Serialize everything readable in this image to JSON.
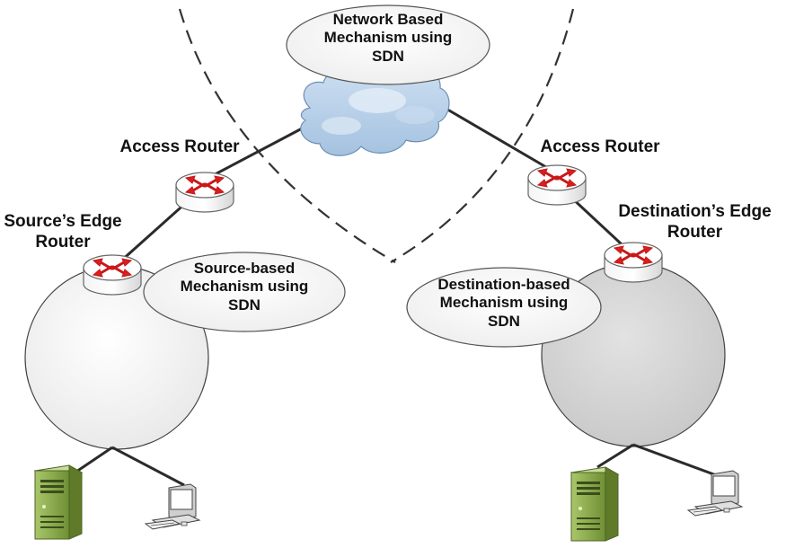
{
  "labels": {
    "network_mechanism": [
      "Network Based",
      "Mechanism using",
      "SDN"
    ],
    "source_mechanism": [
      "Source-based",
      "Mechanism using",
      "SDN"
    ],
    "destination_mechanism": [
      "Destination-based",
      "Mechanism using",
      "SDN"
    ],
    "access_router_left": "Access Router",
    "access_router_right": "Access Router",
    "source_edge_router": [
      "Source’s Edge",
      "Router"
    ],
    "destination_edge_router": [
      "Destination’s Edge",
      "Router"
    ]
  },
  "colors": {
    "line": "#2b2b2b",
    "ellipse_fill": "#f2f2f2",
    "source_domain_fill": "#f6f6f6",
    "destination_domain_fill": "#d9d9d9",
    "cloud_fill": "#b8d2ea",
    "router_body": "#ffffff",
    "router_arrow": "#d81e1e",
    "server_fill": "#8dae50",
    "computer_fill": "#e6e6e6"
  },
  "icons": {
    "cloud": "cloud-icon",
    "router": "router-icon",
    "server": "server-icon",
    "computer": "computer-icon"
  }
}
